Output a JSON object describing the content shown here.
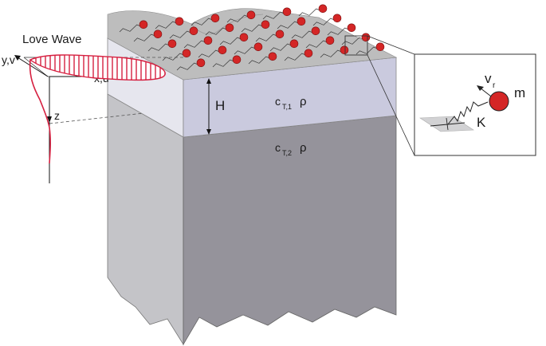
{
  "labels": {
    "title": "Love Wave",
    "axis_y": "y,v",
    "axis_x": "x,u",
    "axis_z": "z",
    "layer_thickness": "H",
    "layer1_c": "c",
    "layer1_sub": "T,1",
    "layer1_rho": "ρ",
    "layer2_c": "c",
    "layer2_sub": "T,2",
    "layer2_rho": "ρ",
    "inset_v": "v",
    "inset_v_sub": "r",
    "inset_m": "m",
    "inset_k": "K"
  },
  "colors": {
    "layer_top": "#d2d2d6",
    "layer_front": "#cacade",
    "layer_side": "#e6e6ee",
    "substrate_front": "#95939b",
    "substrate_side": "#c4c4c8",
    "surface_film": "#bdbdbd",
    "resonator_mass": "#d42626",
    "wave_curve": "#d62040"
  }
}
